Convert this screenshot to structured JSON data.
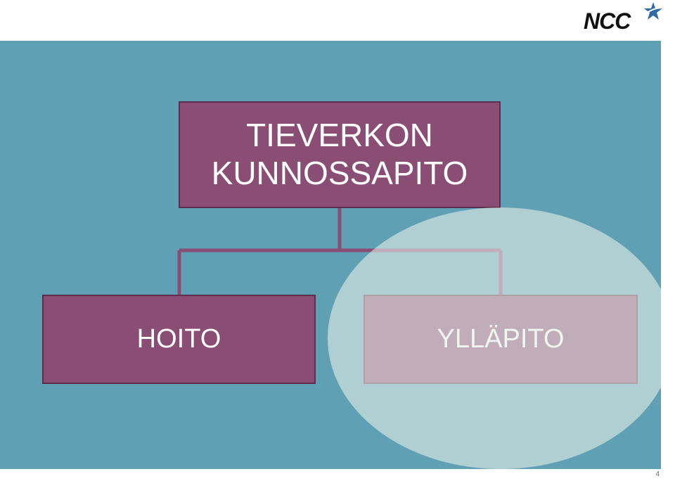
{
  "logo": {
    "text": "NCC",
    "star_color": "#2d6aa8",
    "icon": "star-icon"
  },
  "slide": {
    "background_color": "#5fa0b4",
    "box_color": "#8a4d74",
    "highlight_color": "#e5eee8"
  },
  "diagram": {
    "root": {
      "label": "TIEVERKON\nKUNNOSSAPITO"
    },
    "children": [
      {
        "label": "HOITO"
      },
      {
        "label": "YLLÄPITO",
        "highlighted": true
      }
    ]
  },
  "page_number": "4"
}
